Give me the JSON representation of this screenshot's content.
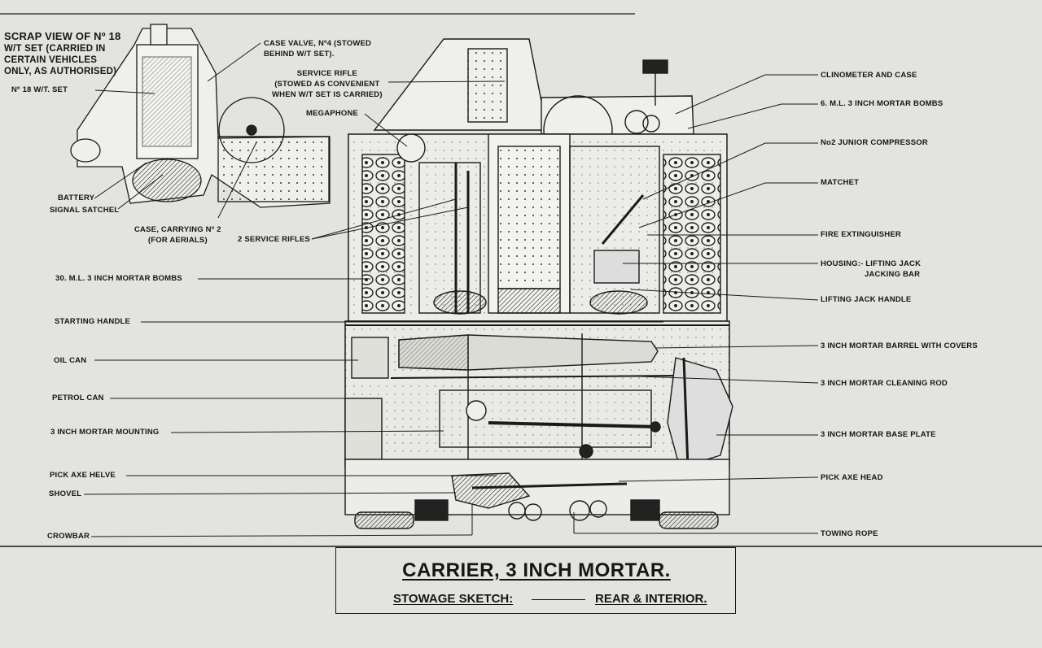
{
  "scrap_view": {
    "title_line1": "SCRAP VIEW OF Nº 18",
    "title_line2": "W/T SET (CARRIED IN",
    "title_line3": "CERTAIN VEHICLES",
    "title_line4": "ONLY, AS AUTHORISED)",
    "labels": {
      "wt_set": "Nº 18 W/T. SET",
      "battery": "BATTERY",
      "signal_satchel": "SIGNAL SATCHEL",
      "case_valve_1": "CASE VALVE, Nº4 (STOWED",
      "case_valve_2": "BEHIND W/T SET).",
      "case_carrying_1": "CASE, CARRYING Nº 2",
      "case_carrying_2": "(FOR AERIALS)"
    }
  },
  "left_labels": {
    "service_rifle_1": "SERVICE RIFLE",
    "service_rifle_2": "(STOWED AS CONVENIENT",
    "service_rifle_3": "WHEN W/T SET IS CARRIED)",
    "megaphone": "MEGAPHONE",
    "two_service_rifles": "2 SERVICE RIFLES",
    "mortar_bombs_30": "30. M.L. 3 INCH MORTAR BOMBS",
    "starting_handle": "STARTING HANDLE",
    "oil_can": "OIL CAN",
    "petrol_can": "PETROL CAN",
    "mortar_mounting": "3 INCH MORTAR MOUNTING",
    "pick_axe_helve": "PICK AXE HELVE",
    "shovel": "SHOVEL",
    "crowbar": "CROWBAR"
  },
  "right_labels": {
    "clinometer": "CLINOMETER AND CASE",
    "mortar_bombs_6": "6. M.L. 3 INCH MORTAR BOMBS",
    "junior_compressor": "No2 JUNIOR COMPRESSOR",
    "matchet": "MATCHET",
    "fire_extinguisher": "FIRE EXTINGUISHER",
    "housing_1": "HOUSING:- LIFTING JACK",
    "housing_2": "JACKING BAR",
    "lifting_jack_handle": "LIFTING JACK HANDLE",
    "mortar_barrel": "3 INCH MORTAR BARREL WITH COVERS",
    "cleaning_rod": "3 INCH MORTAR CLEANING ROD",
    "base_plate": "3 INCH MORTAR BASE PLATE",
    "pick_axe_head": "PICK AXE HEAD",
    "towing_rope": "TOWING ROPE"
  },
  "title_block": {
    "title": "CARRIER, 3 INCH MORTAR.",
    "subtitle_left": "STOWAGE SKETCH:",
    "subtitle_right": "REAR & INTERIOR."
  },
  "colors": {
    "paper": "#e3e3df",
    "ink": "#161616"
  }
}
